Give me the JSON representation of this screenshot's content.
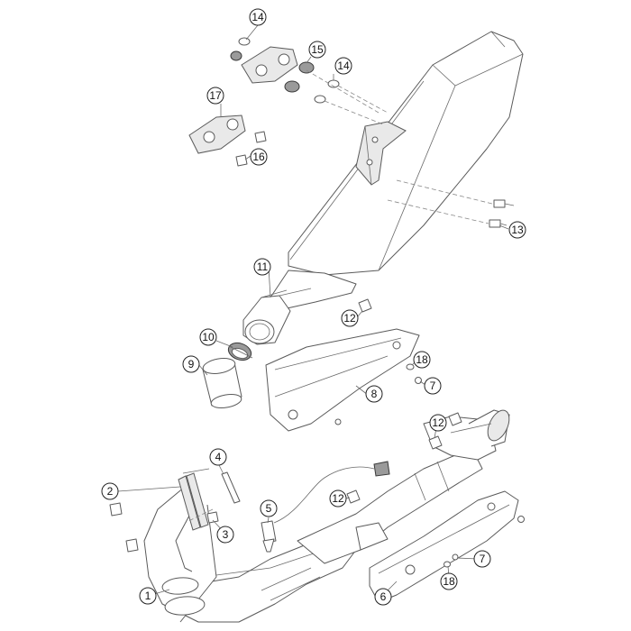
{
  "callouts": {
    "c1": "1",
    "c2": "2",
    "c3": "3",
    "c4": "4",
    "c5": "5",
    "c6": "6",
    "c7a": "7",
    "c7b": "7",
    "c8": "8",
    "c9": "9",
    "c10": "10",
    "c11": "11",
    "c12a": "12",
    "c12b": "12",
    "c12c": "12",
    "c13": "13",
    "c14a": "14",
    "c14b": "14",
    "c15": "15",
    "c16": "16",
    "c17": "17",
    "c18a": "18",
    "c18b": "18"
  }
}
